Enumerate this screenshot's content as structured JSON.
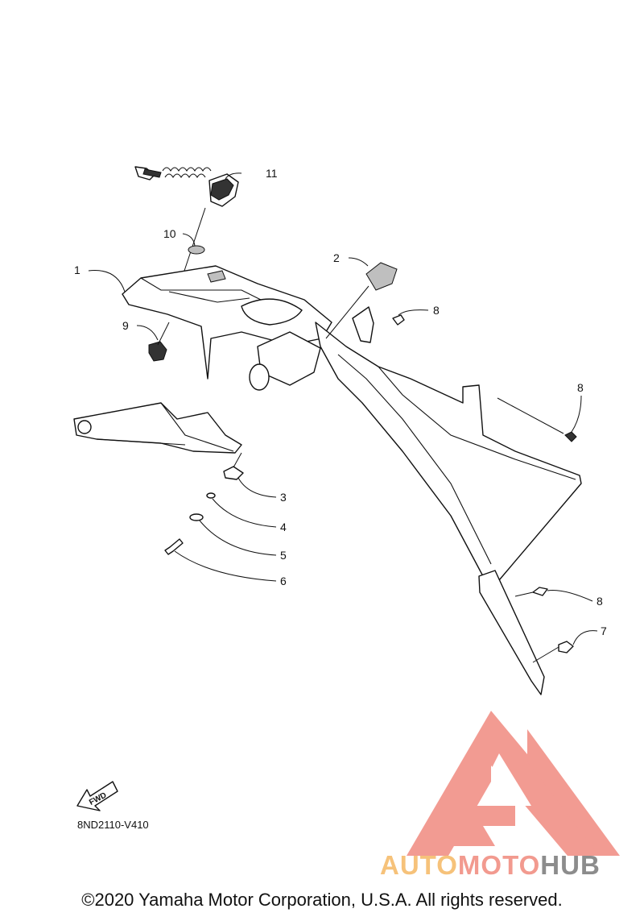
{
  "diagram": {
    "code": "8ND2110-V410",
    "fwd_label": "FWD",
    "callouts": [
      {
        "id": "c1",
        "label": "1"
      },
      {
        "id": "c2",
        "label": "2"
      },
      {
        "id": "c3",
        "label": "3"
      },
      {
        "id": "c4",
        "label": "4"
      },
      {
        "id": "c5",
        "label": "5"
      },
      {
        "id": "c6",
        "label": "6"
      },
      {
        "id": "c7",
        "label": "7"
      },
      {
        "id": "c8a",
        "label": "8"
      },
      {
        "id": "c8b",
        "label": "8"
      },
      {
        "id": "c8c",
        "label": "8"
      },
      {
        "id": "c9",
        "label": "9"
      },
      {
        "id": "c10",
        "label": "10"
      },
      {
        "id": "c11",
        "label": "11"
      }
    ]
  },
  "watermark": {
    "part1": "AUTO",
    "part2": "MOTO",
    "part3": "HUB",
    "colors": {
      "auto": "#f6c27a",
      "moto": "#f29a8f",
      "hub": "#8c8c8c",
      "logo": "#f08a80"
    }
  },
  "footer": {
    "copyright": "©2020 Yamaha Motor Corporation, U.S.A. All rights reserved."
  }
}
